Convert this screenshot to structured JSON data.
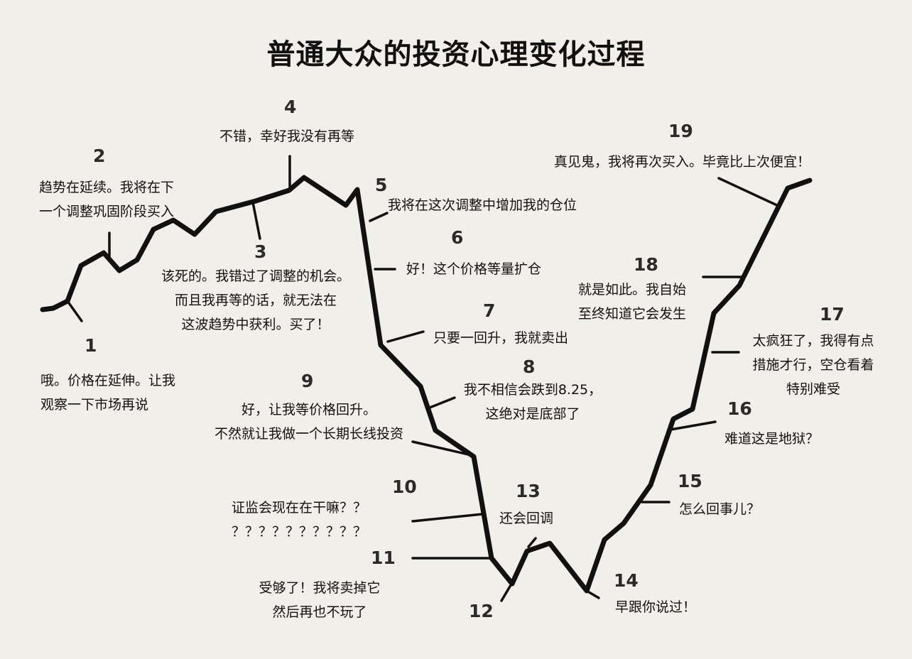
{
  "title": "普通大众的投资心理变化过程",
  "stages": [
    {
      "num": "1",
      "text": "哦。价格在延伸。让我\n观察一下市场再说"
    },
    {
      "num": "2",
      "text": "趋势在延续。我将在下\n一个调整巩固阶段买入"
    },
    {
      "num": "3",
      "text": "该死的。我错过了调整的机会。\n而且我再等的话，就无法在\n这波趋势中获利。买了！"
    },
    {
      "num": "4",
      "text": "不错，幸好我没有再等"
    },
    {
      "num": "5",
      "text": "我将在这次调整中增加我的仓位"
    },
    {
      "num": "6",
      "text": "好！这个价格等量扩仓"
    },
    {
      "num": "7",
      "text": "只要一回升，我就卖出"
    },
    {
      "num": "8",
      "text": "我不相信会跌到8.25，\n这绝对是底部了"
    },
    {
      "num": "9",
      "text": "好，让我等价格回升。\n不然就让我做一个长期长线投资"
    },
    {
      "num": "10",
      "text": "证监会现在在干嘛？？\n？？？？？？？？？？"
    },
    {
      "num": "11",
      "text": "受够了！我将卖掉它\n然后再也不玩了"
    },
    {
      "num": "12",
      "text": ""
    },
    {
      "num": "13",
      "text": "还会回调"
    },
    {
      "num": "14",
      "text": "早跟你说过！"
    },
    {
      "num": "15",
      "text": "怎么回事儿？"
    },
    {
      "num": "16",
      "text": "难道这是地狱？"
    },
    {
      "num": "17",
      "text": "太疯狂了，我得有点\n措施才行，空仓看着\n特别难受"
    },
    {
      "num": "18",
      "text": "就是如此。我自始\n至终知道它会发生"
    },
    {
      "num": "19",
      "text": "真见鬼，我将再次买入。毕竟比上次便宜！"
    }
  ]
}
